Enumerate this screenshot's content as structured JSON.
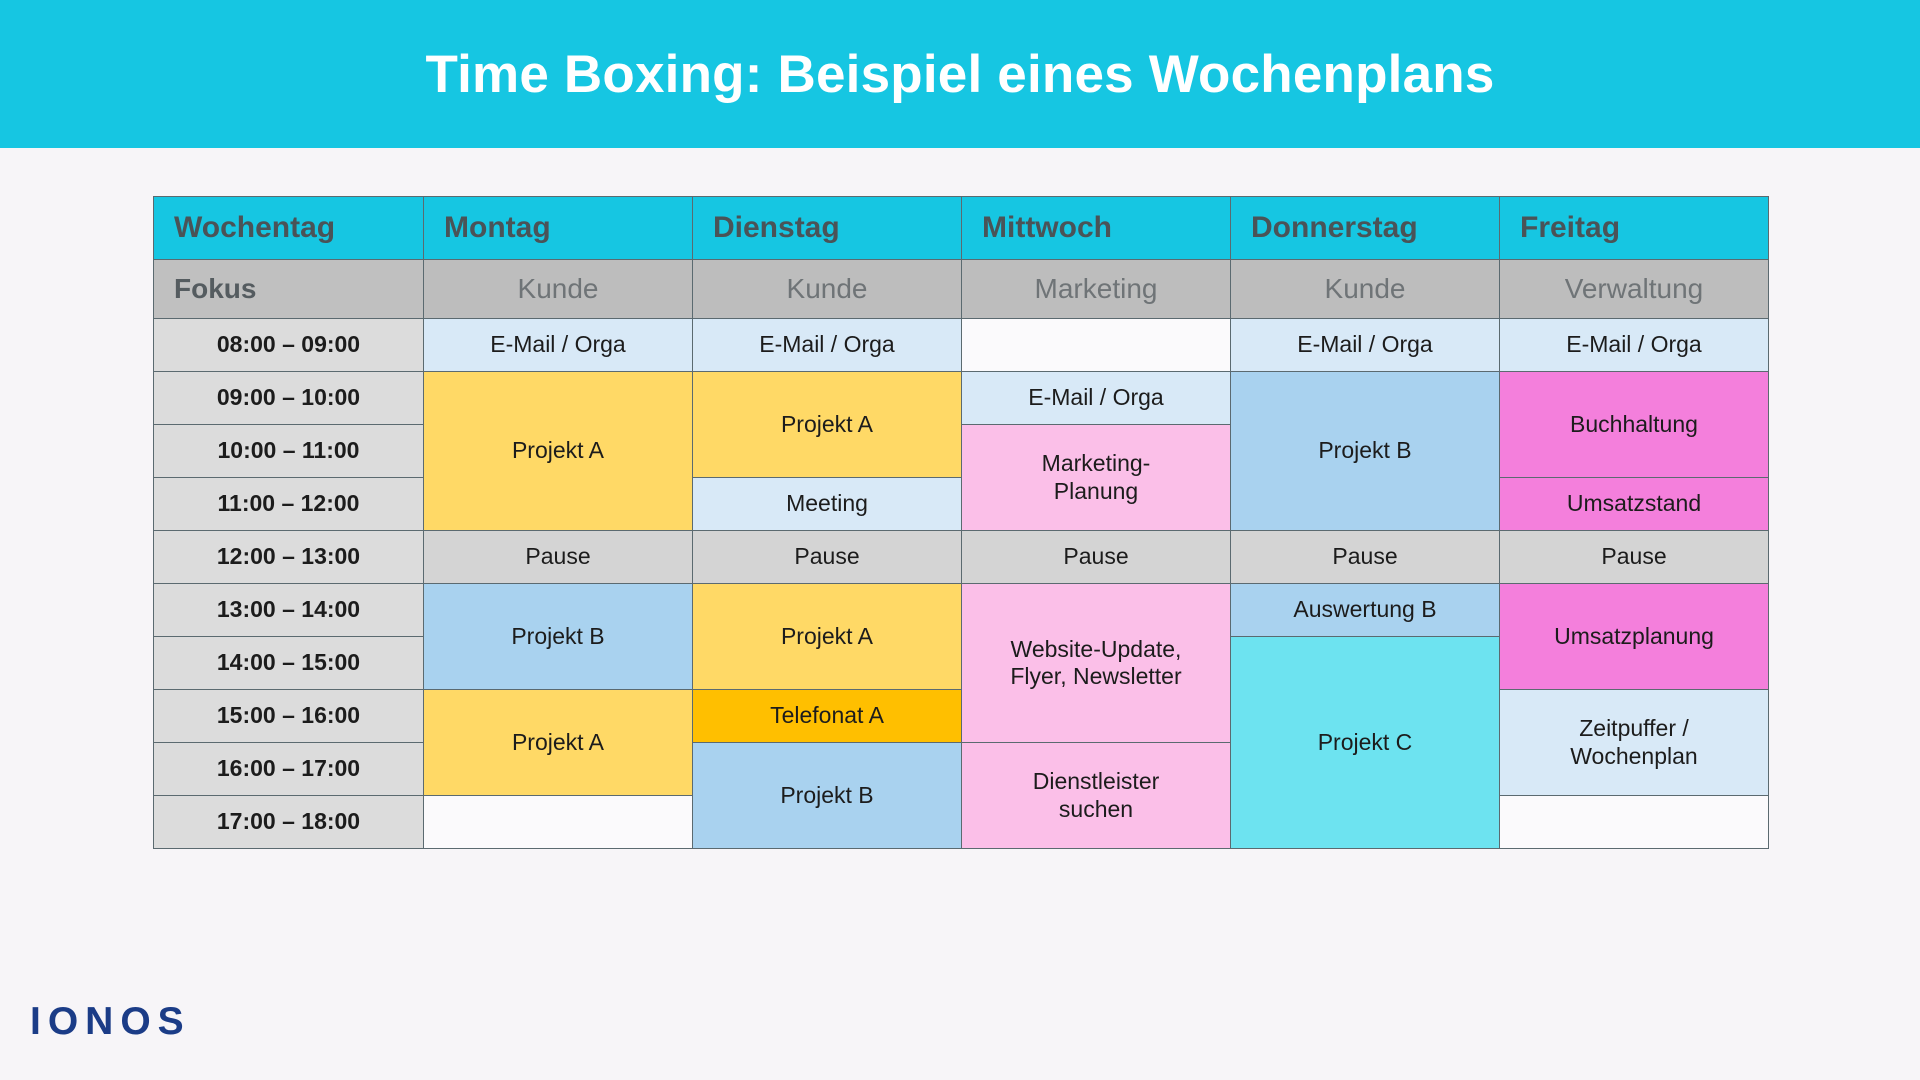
{
  "banner": {
    "title": "Time Boxing: Beispiel eines Wochenplans"
  },
  "logo": {
    "text": "IONOS",
    "color": "#1b3c87"
  },
  "colors": {
    "banner_background": "#16c6e2",
    "header_day": "#16c6e2",
    "header_focus": "#bdbdbd",
    "time_column": "#dcdcdc",
    "empty": "#fbfafc",
    "pale_blue": "#d8e9f7",
    "blue": "#a9d2ef",
    "yellow": "#ffd966",
    "orange": "#ffbf00",
    "pink": "#fbbfe8",
    "magenta": "#f47fdc",
    "cyan": "#6de3f0",
    "gray": "#d4d4d4",
    "border": "#5b6a70"
  },
  "table": {
    "header_days": [
      "Wochentag",
      "Montag",
      "Dienstag",
      "Mittwoch",
      "Donnerstag",
      "Freitag"
    ],
    "focus_row": {
      "label": "Fokus",
      "values": [
        "Kunde",
        "Kunde",
        "Marketing",
        "Kunde",
        "Verwaltung"
      ]
    },
    "time_slots": [
      "08:00 – 09:00",
      "09:00 – 10:00",
      "10:00 – 11:00",
      "11:00 – 12:00",
      "12:00 – 13:00",
      "13:00 – 14:00",
      "14:00 – 15:00",
      "15:00 – 16:00",
      "16:00 – 17:00",
      "17:00 – 18:00"
    ],
    "blocks": {
      "montag": [
        {
          "label": "E-Mail / Orga",
          "slots": 1,
          "color": "pale_blue"
        },
        {
          "label": "Projekt A",
          "slots": 3,
          "color": "yellow"
        },
        {
          "label": "Pause",
          "slots": 1,
          "color": "gray"
        },
        {
          "label": "Projekt B",
          "slots": 2,
          "color": "blue"
        },
        {
          "label": "Projekt A",
          "slots": 2,
          "color": "yellow"
        },
        {
          "label": "",
          "slots": 1,
          "color": "empty"
        }
      ],
      "dienstag": [
        {
          "label": "E-Mail / Orga",
          "slots": 1,
          "color": "pale_blue"
        },
        {
          "label": "Projekt A",
          "slots": 2,
          "color": "yellow"
        },
        {
          "label": "Meeting",
          "slots": 1,
          "color": "pale_blue"
        },
        {
          "label": "Pause",
          "slots": 1,
          "color": "gray"
        },
        {
          "label": "Projekt A",
          "slots": 2,
          "color": "yellow"
        },
        {
          "label": "Telefonat A",
          "slots": 1,
          "color": "orange"
        },
        {
          "label": "Projekt B",
          "slots": 2,
          "color": "blue"
        }
      ],
      "mittwoch": [
        {
          "label": "",
          "slots": 1,
          "color": "empty"
        },
        {
          "label": "E-Mail / Orga",
          "slots": 1,
          "color": "pale_blue"
        },
        {
          "label": "Marketing-\nPlanung",
          "slots": 2,
          "color": "pink"
        },
        {
          "label": "Pause",
          "slots": 1,
          "color": "gray"
        },
        {
          "label": "Website-Update,\nFlyer, Newsletter",
          "slots": 3,
          "color": "pink"
        },
        {
          "label": "Dienstleister\nsuchen",
          "slots": 2,
          "color": "pink"
        }
      ],
      "donnerstag": [
        {
          "label": "E-Mail / Orga",
          "slots": 1,
          "color": "pale_blue"
        },
        {
          "label": "Projekt B",
          "slots": 3,
          "color": "blue"
        },
        {
          "label": "Pause",
          "slots": 1,
          "color": "gray"
        },
        {
          "label": "Auswertung B",
          "slots": 1,
          "color": "blue"
        },
        {
          "label": "Projekt C",
          "slots": 4,
          "color": "cyan"
        }
      ],
      "freitag": [
        {
          "label": "E-Mail / Orga",
          "slots": 1,
          "color": "pale_blue"
        },
        {
          "label": "Buchhaltung",
          "slots": 2,
          "color": "magenta"
        },
        {
          "label": "Umsatzstand",
          "slots": 1,
          "color": "magenta"
        },
        {
          "label": "Pause",
          "slots": 1,
          "color": "gray"
        },
        {
          "label": "Umsatzplanung",
          "slots": 2,
          "color": "magenta"
        },
        {
          "label": "Zeitpuffer /\nWochenplan",
          "slots": 2,
          "color": "pale_blue"
        },
        {
          "label": "",
          "slots": 1,
          "color": "empty"
        }
      ]
    }
  }
}
